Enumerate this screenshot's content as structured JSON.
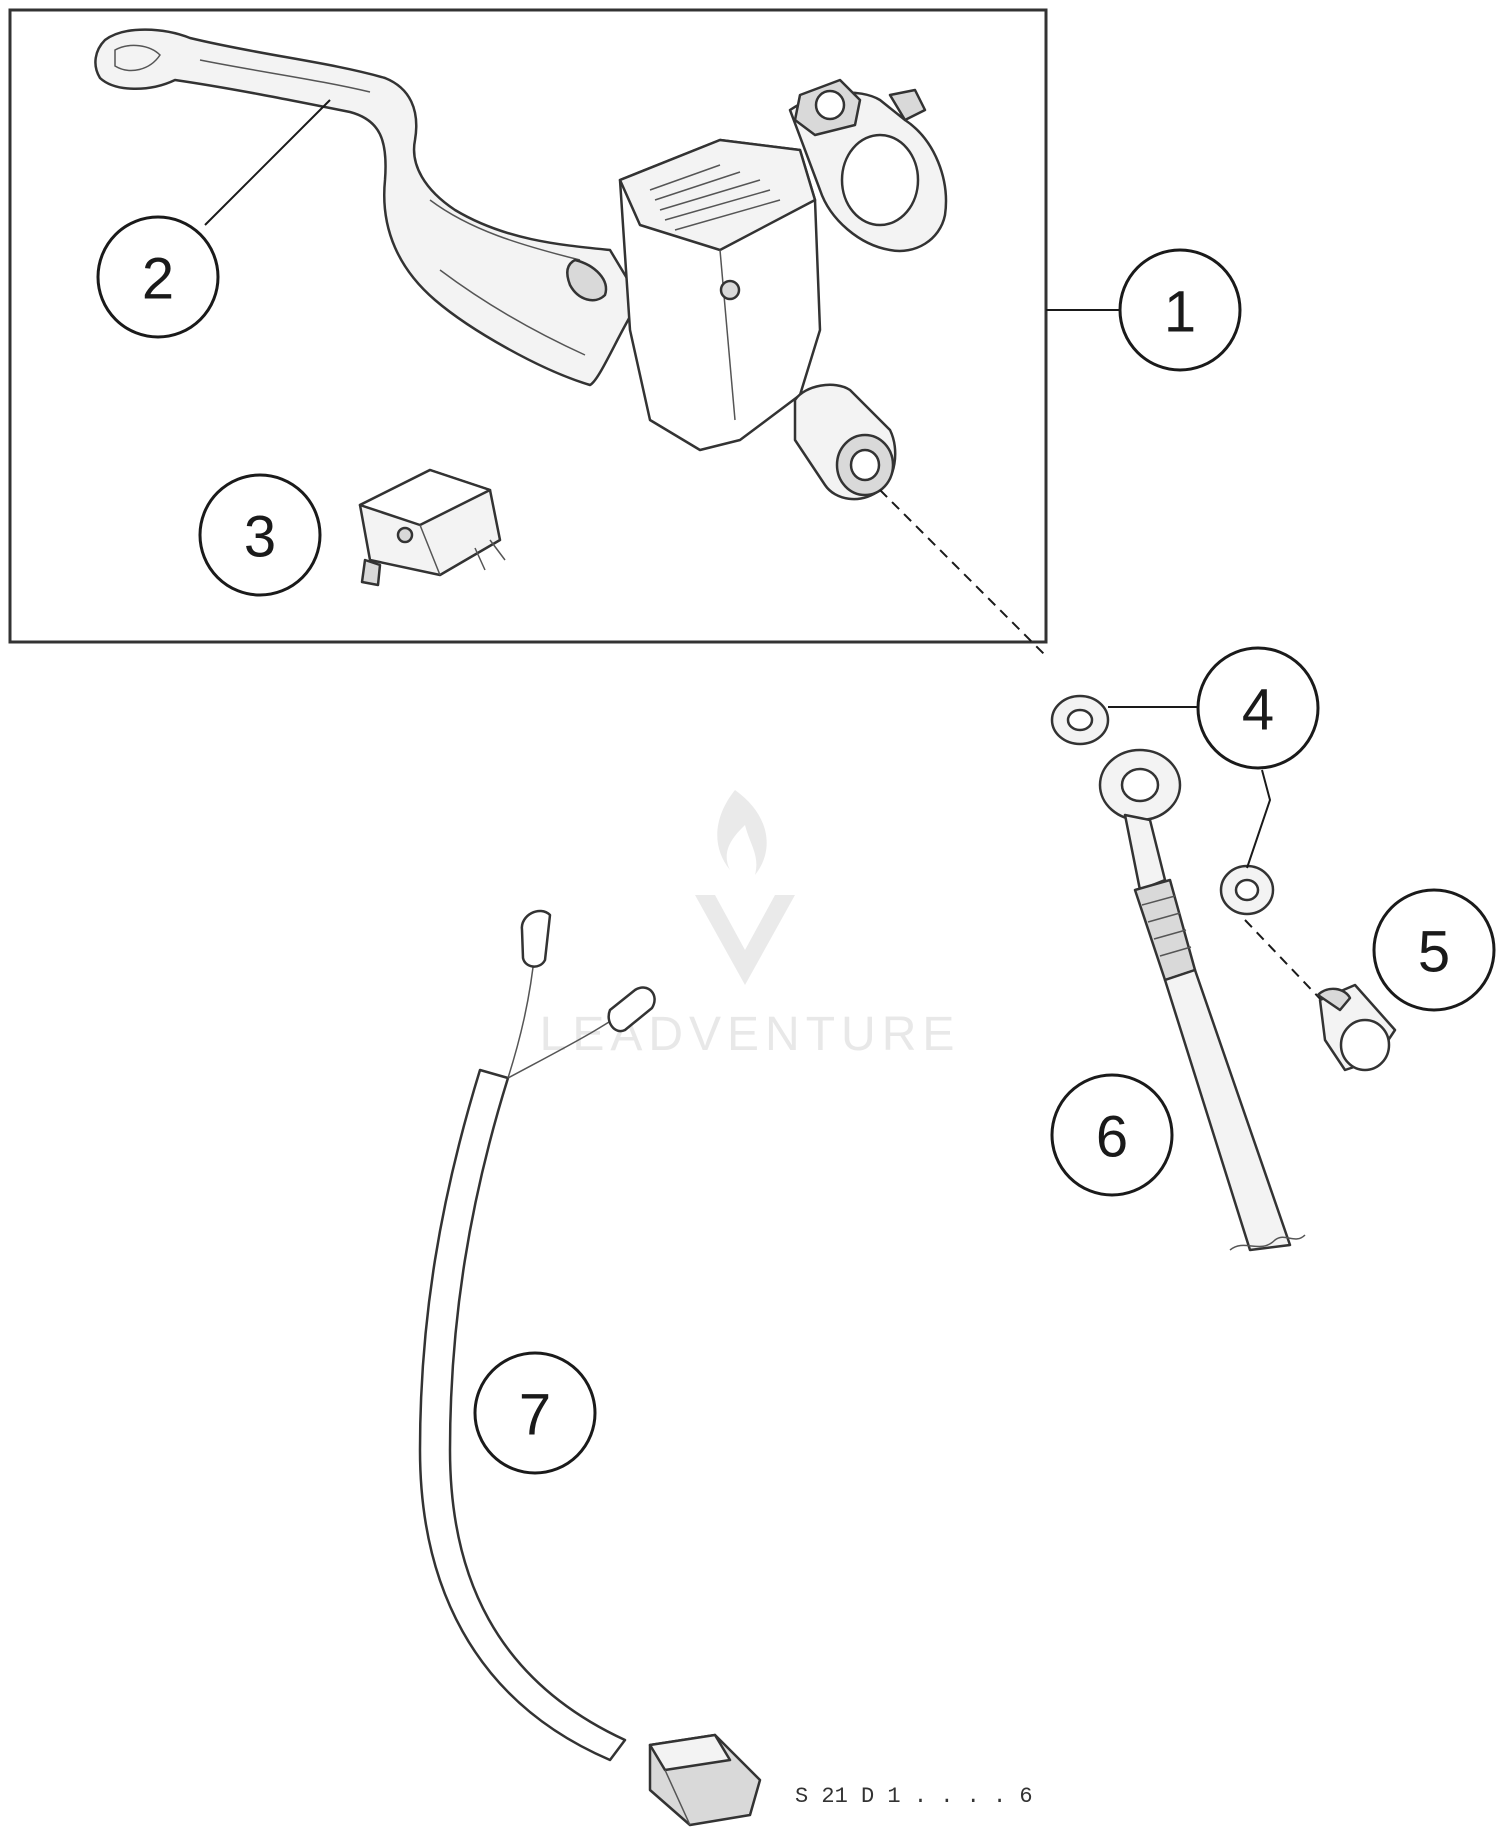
{
  "diagram": {
    "callouts": [
      {
        "id": "1",
        "label": "1"
      },
      {
        "id": "2",
        "label": "2"
      },
      {
        "id": "3",
        "label": "3"
      },
      {
        "id": "4",
        "label": "4"
      },
      {
        "id": "5",
        "label": "5"
      },
      {
        "id": "6",
        "label": "6"
      },
      {
        "id": "7",
        "label": "7"
      }
    ],
    "watermark": "LEADVENTURE",
    "footer_code": "S 21 D 1 . . . . 6"
  }
}
